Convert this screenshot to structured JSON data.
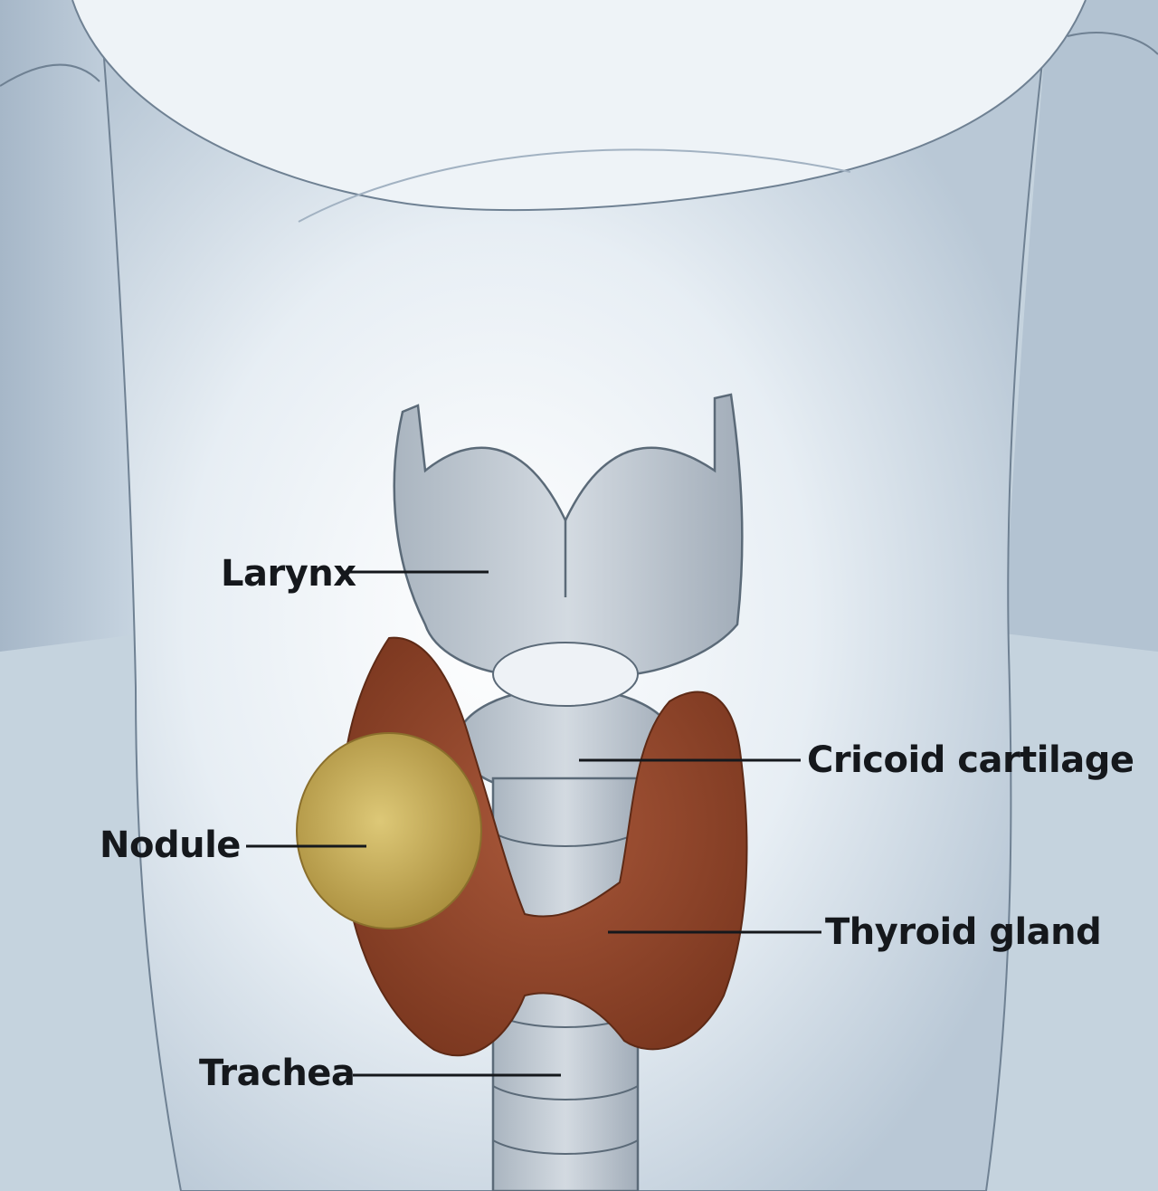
{
  "labels": {
    "larynx": "Larynx",
    "cricoid_cartilage": "Cricoid cartilage",
    "nodule": "Nodule",
    "thyroid_gland": "Thyroid gland",
    "trachea": "Trachea"
  },
  "colors": {
    "background": "#c9d6e0",
    "neck_skin": "#e4ebf1",
    "shadow": "#9fb0c0",
    "cartilage": "#c6ced6",
    "cartilage_outline": "#5b6a78",
    "thyroid": "#95462a",
    "nodule": "#c7ad55",
    "label_text": "#15181c",
    "leader_line": "#15181c"
  }
}
